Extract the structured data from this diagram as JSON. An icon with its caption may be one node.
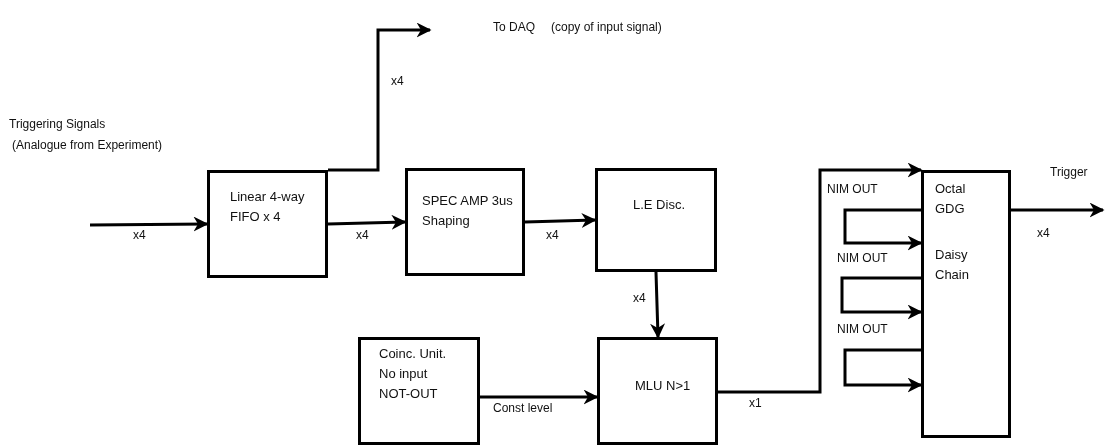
{
  "diagram": {
    "nodes": [
      {
        "text": [
          "Linear 4-way FIFO x 4"
        ]
      },
      {
        "text": [
          "SPEC AMP 3us Shaping"
        ]
      },
      {
        "text": [
          "L.E Disc."
        ]
      },
      {
        "text": [
          "Coinc. Unit. No input NOT-OUT"
        ]
      },
      {
        "text": [
          "MLU N>1"
        ]
      },
      {
        "text": [
          "Octal GDG",
          "Daisy Chain"
        ]
      }
    ],
    "edges": [
      {
        "from": null,
        "to": 0,
        "arrow": "to",
        "label": "x4"
      },
      {
        "from": 0,
        "to": null,
        "arrow": "to",
        "label": "x4"
      },
      {
        "from": 0,
        "to": 1,
        "arrow": "to",
        "label": "x4"
      },
      {
        "from": 1,
        "to": 2,
        "arrow": "to",
        "label": "x4"
      },
      {
        "from": 2,
        "to": 4,
        "arrow": "to",
        "label": "x4"
      },
      {
        "from": 3,
        "to": 4,
        "arrow": "to",
        "label": "Const level"
      },
      {
        "from": 4,
        "to": 5,
        "arrow": "to",
        "label": "x1"
      },
      {
        "from": 5,
        "to": 5,
        "arrow": "to",
        "label": "NIM OUT"
      },
      {
        "from": 5,
        "to": 5,
        "arrow": "to",
        "label": "NIM OUT"
      },
      {
        "from": 5,
        "to": 5,
        "arrow": "to",
        "label": "NIM OUT"
      },
      {
        "from": 5,
        "to": null,
        "arrow": "to",
        "label": "x4"
      }
    ],
    "labels": [
      "To DAQ",
      "(copy of input signal)",
      "Triggering Signals",
      "(Analogue from Experiment)",
      "Trigger"
    ]
  }
}
